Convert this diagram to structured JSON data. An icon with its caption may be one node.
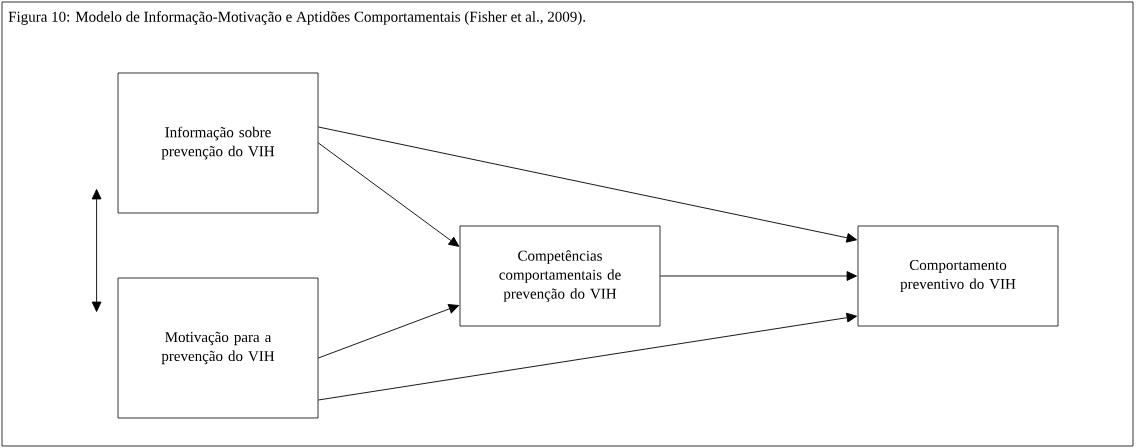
{
  "diagram": {
    "title": "Figura 10: Modelo de Informação-Motivação e Aptidões Comportamentais (Fisher et al., 2009).",
    "nodes": [
      {
        "text": [
          "Informação sobre prevenção do VIH"
        ]
      },
      {
        "text": [
          "Motivação para a prevenção do VIH"
        ]
      },
      {
        "text": [
          "Competências comportamentais de prevenção do VIH"
        ]
      },
      {
        "text": [
          "Comportamento preventivo do VIH"
        ]
      }
    ],
    "edges": [
      {
        "from": 0,
        "to": 1,
        "arrow": "both"
      },
      {
        "from": 0,
        "to": 3,
        "arrow": "to"
      },
      {
        "from": 0,
        "to": 2,
        "arrow": "to"
      },
      {
        "from": 1,
        "to": 2,
        "arrow": "to"
      },
      {
        "from": 2,
        "to": 3,
        "arrow": "to"
      },
      {
        "from": 1,
        "to": 3,
        "arrow": "to"
      }
    ]
  }
}
